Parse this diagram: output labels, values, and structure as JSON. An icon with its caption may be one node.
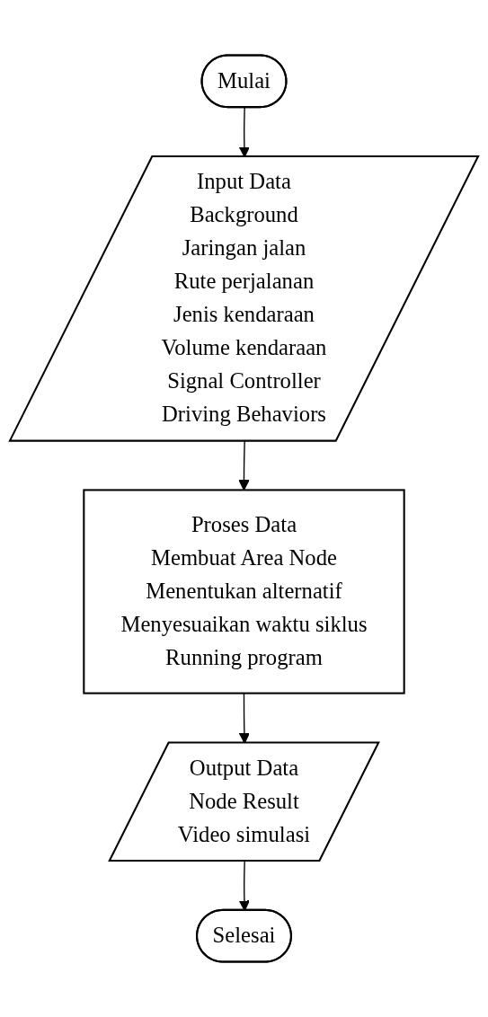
{
  "diagram": {
    "nodes": [
      {
        "text": [
          "Mulai"
        ]
      },
      {
        "text": [
          "Input Data",
          "Background",
          "Jaringan jalan",
          "Rute perjalanan",
          "Jenis kendaraan",
          "Volume kendaraan",
          "Signal Controller",
          "Driving Behaviors"
        ]
      },
      {
        "text": [
          "Proses Data",
          "Membuat Area Node",
          "Menentukan alternatif",
          "Menyesuaikan waktu siklus",
          "Running program"
        ]
      },
      {
        "text": [
          "Output Data",
          "Node Result",
          "Video simulasi"
        ]
      },
      {
        "text": [
          "Selesai"
        ]
      }
    ],
    "edges": [
      {
        "from": 0,
        "to": 1,
        "arrow": "to"
      },
      {
        "from": 1,
        "to": 2,
        "arrow": "to"
      },
      {
        "from": 2,
        "to": 3,
        "arrow": "to"
      },
      {
        "from": 3,
        "to": 4,
        "arrow": "to"
      }
    ]
  }
}
